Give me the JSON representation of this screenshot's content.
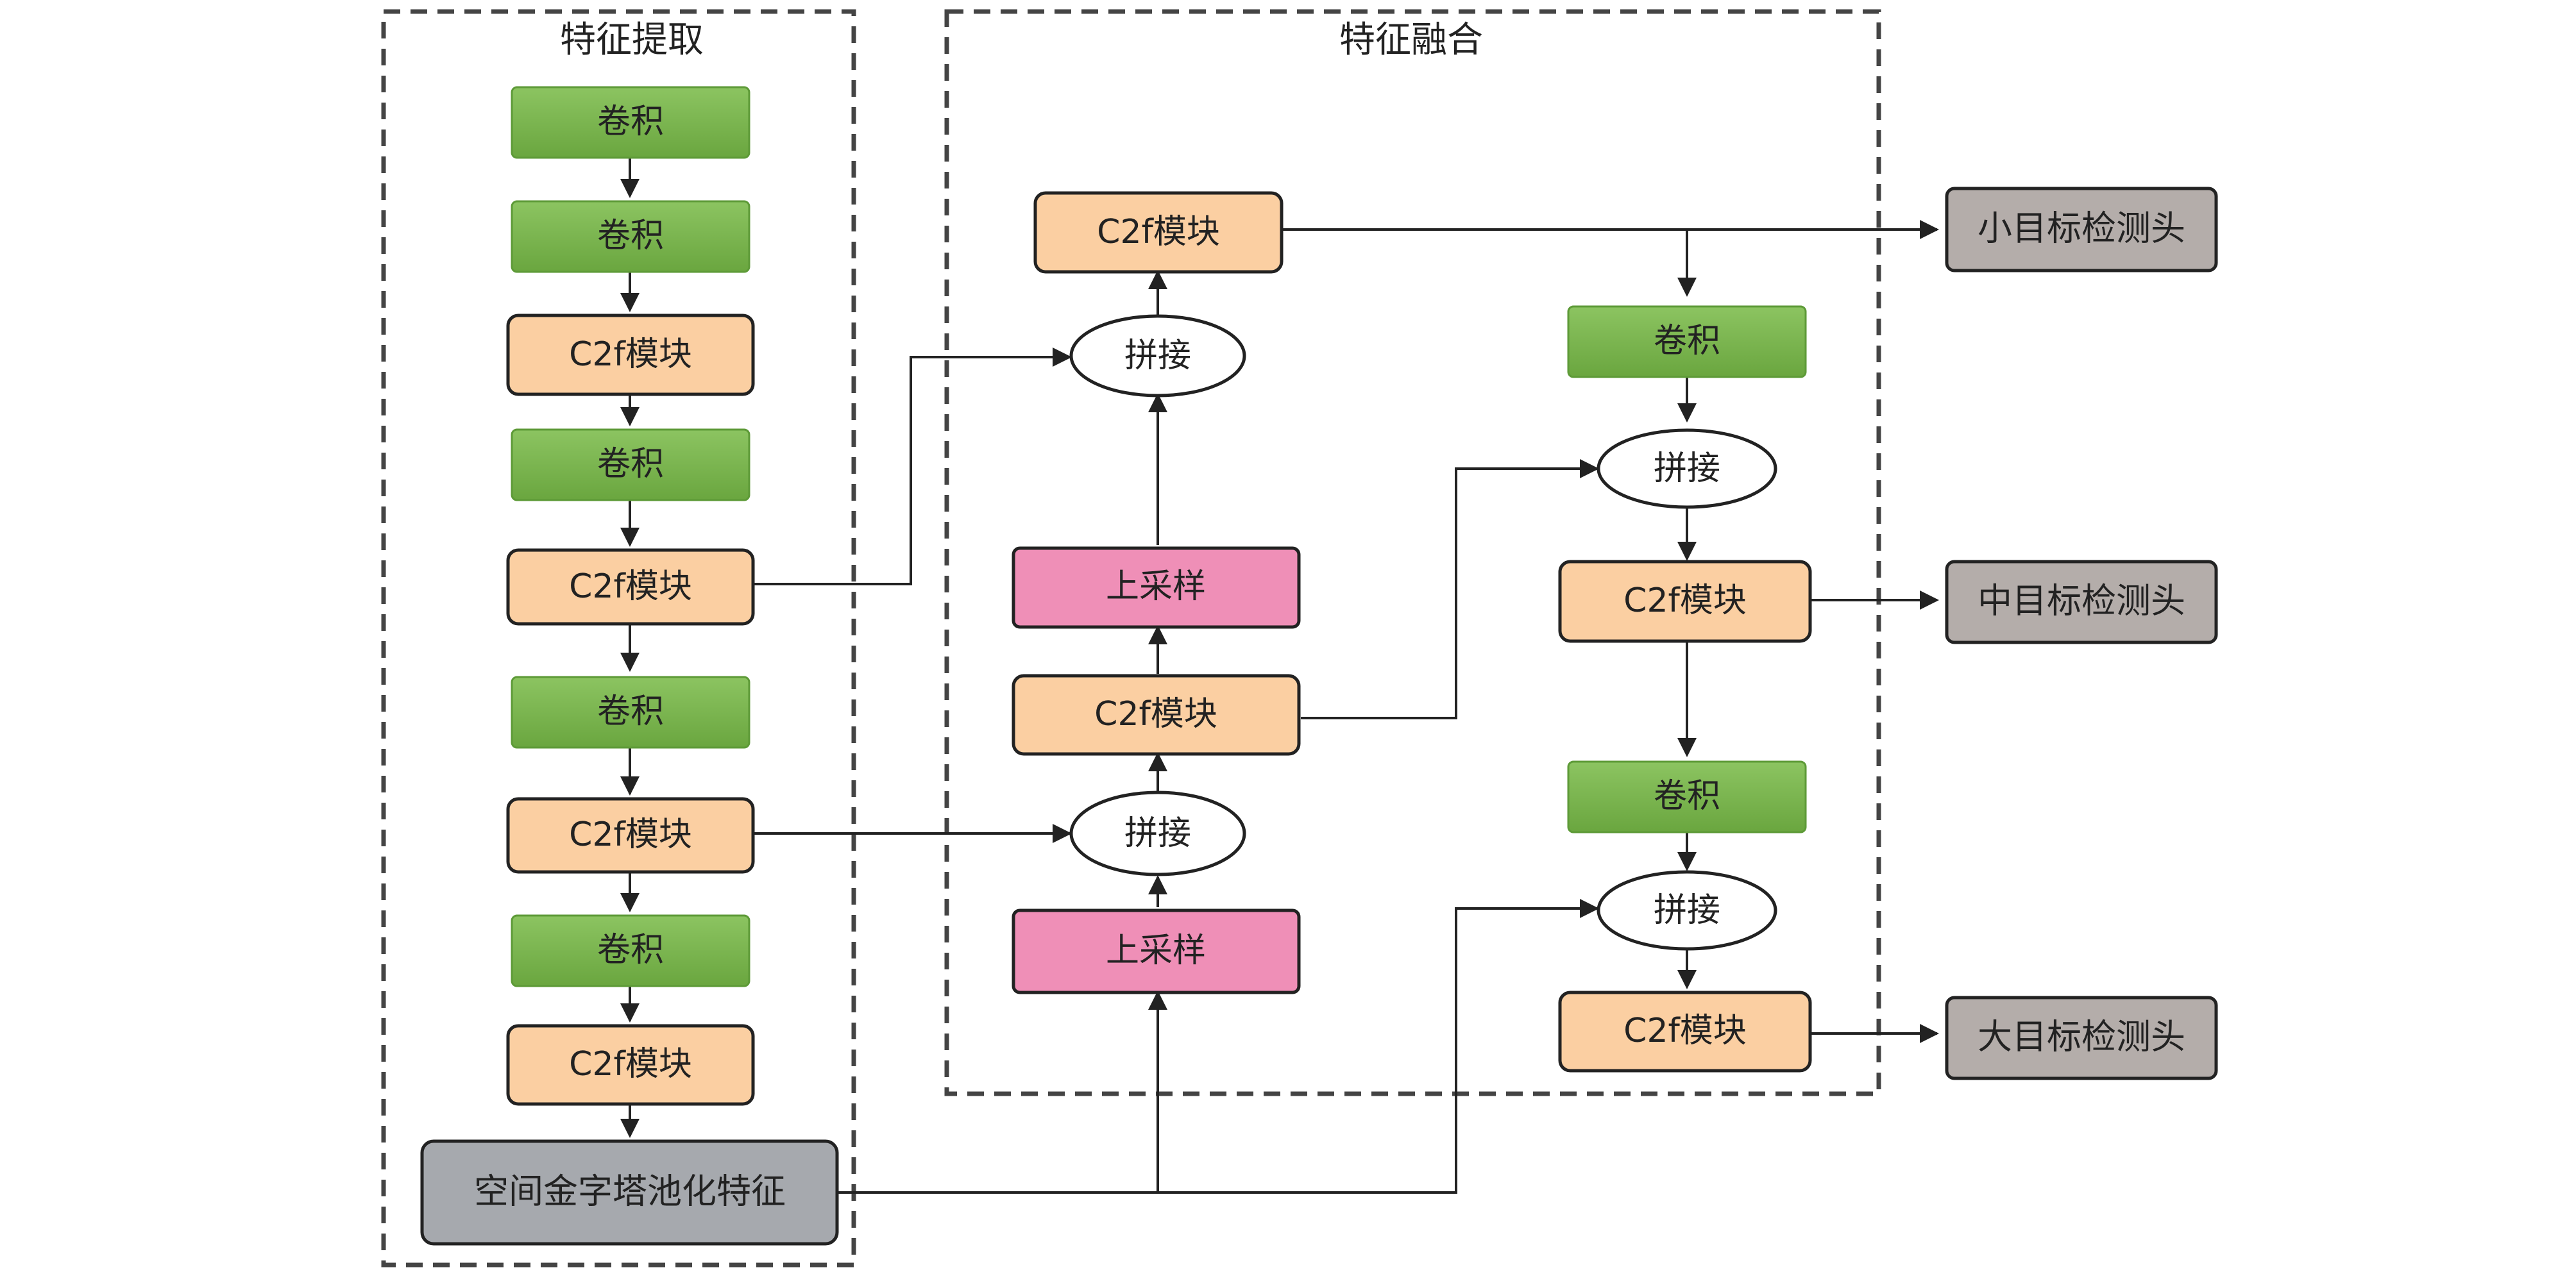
{
  "groups": {
    "extraction": "特征提取",
    "fusion": "特征融合"
  },
  "nodes": {
    "conv": "卷积",
    "c2f": "C2f模块",
    "sppf": "空间金字塔池化特征",
    "concat": "拼接",
    "upsample": "上采样"
  },
  "heads": {
    "small": "小目标检测头",
    "medium": "中目标检测头",
    "large": "大目标检测头"
  },
  "colors": {
    "conv": "#7bb54f",
    "c2f": "#fbcfa2",
    "upsample": "#ef8fb7",
    "head": "#b4adaa",
    "sppf": "#a6a9ae"
  }
}
